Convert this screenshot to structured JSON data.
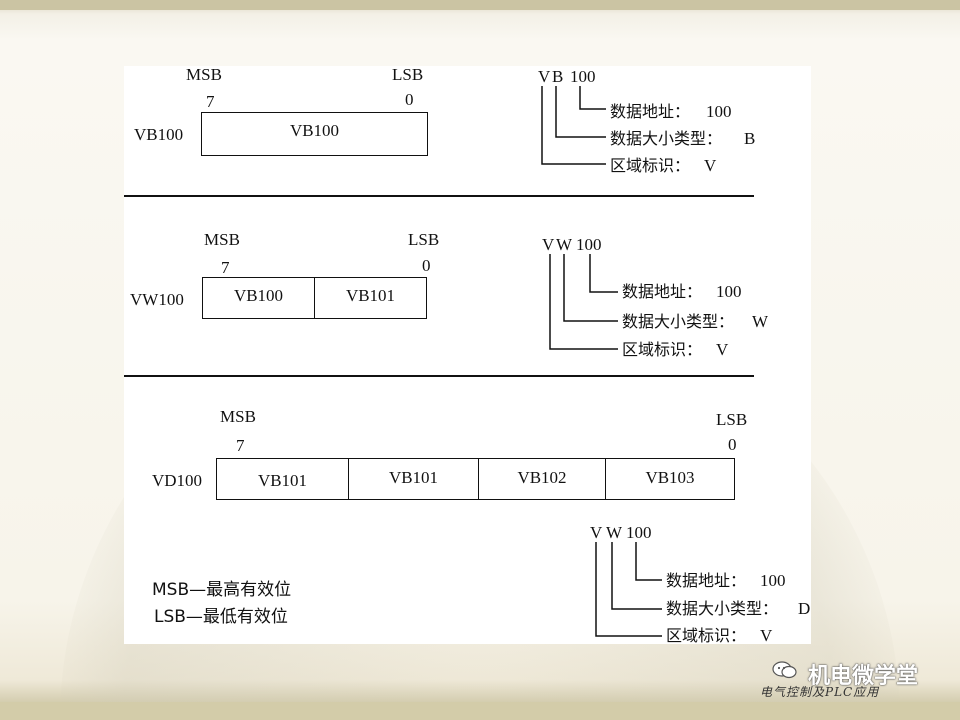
{
  "section1": {
    "msb": "MSB",
    "lsb": "LSB",
    "bit_high": "7",
    "bit_low": "0",
    "row_label": "VB100",
    "cells": [
      "VB100"
    ],
    "addr": {
      "area": "V",
      "size": "B",
      "num": "100"
    },
    "legend": {
      "address": "数据地址：",
      "address_val": "100",
      "size": "数据大小类型：",
      "size_val": "B",
      "area": "区域标识：",
      "area_val": "V"
    }
  },
  "section2": {
    "msb": "MSB",
    "lsb": "LSB",
    "bit_high": "7",
    "bit_low": "0",
    "row_label": "VW100",
    "cells": [
      "VB100",
      "VB101"
    ],
    "addr": {
      "area": "V",
      "size": "W",
      "num": "100"
    },
    "legend": {
      "address": "数据地址：",
      "address_val": "100",
      "size": "数据大小类型：",
      "size_val": "W",
      "area": "区域标识：",
      "area_val": "V"
    }
  },
  "section3": {
    "msb": "MSB",
    "lsb": "LSB",
    "bit_high": "7",
    "bit_low": "0",
    "row_label": "VD100",
    "cells": [
      "VB101",
      "VB101",
      "VB102",
      "VB103"
    ],
    "addr": {
      "area": "V",
      "size": "W",
      "num": "100"
    },
    "legend": {
      "address": "数据地址：",
      "address_val": "100",
      "size": "数据大小类型：",
      "size_val": "D",
      "area": "区域标识：",
      "area_val": "V"
    }
  },
  "notes": {
    "msb_note": "MSB—最高有效位",
    "lsb_note": "LSB—最低有效位"
  },
  "watermark": {
    "name": "机电微学堂",
    "subtitle": "电气控制及PLC应用"
  }
}
